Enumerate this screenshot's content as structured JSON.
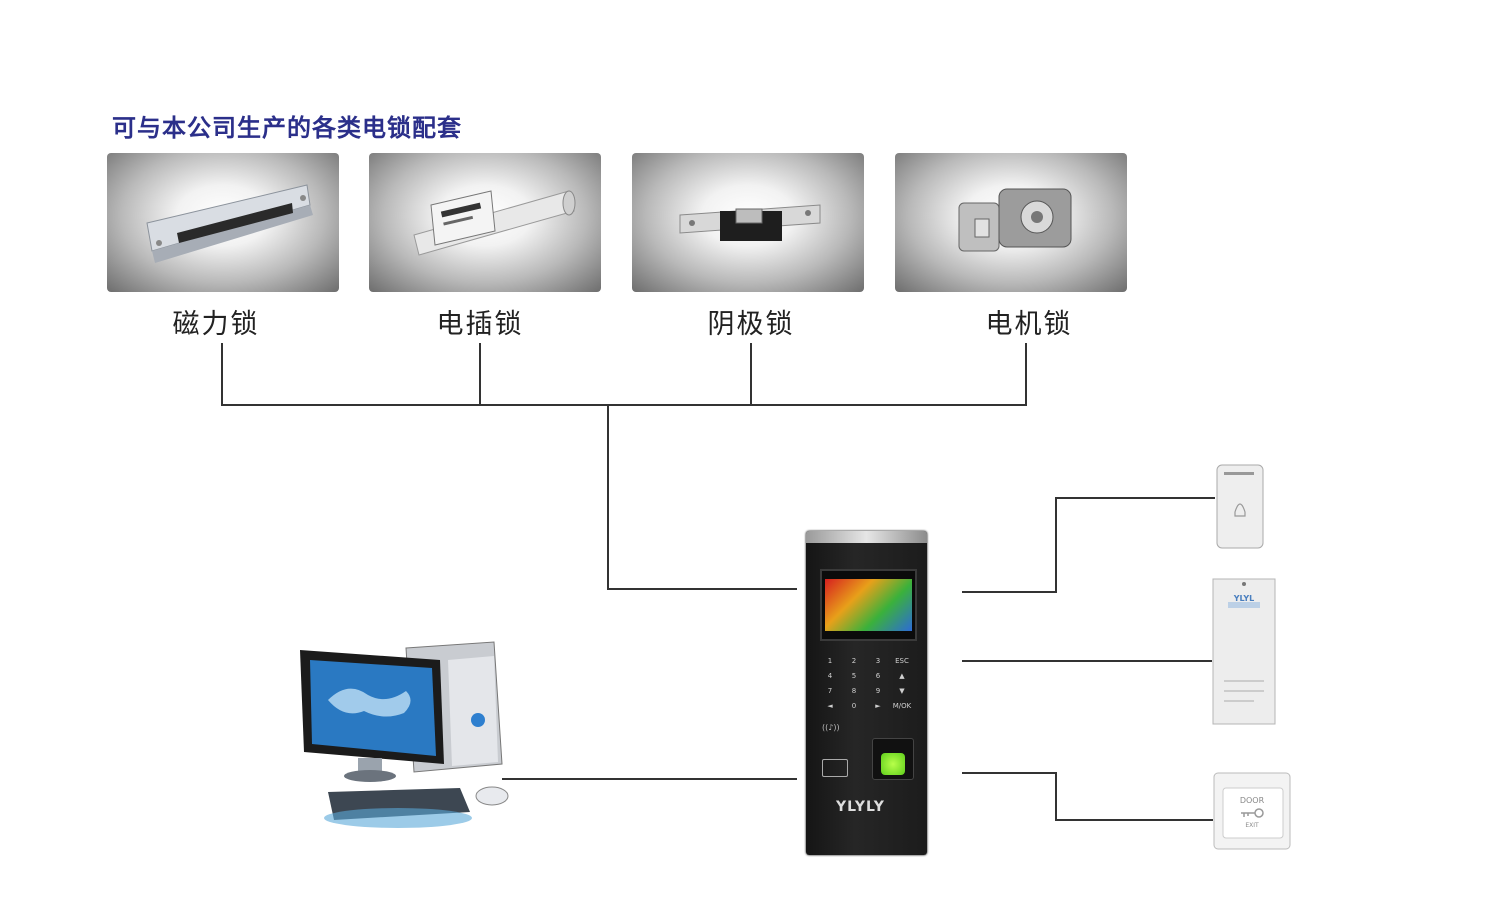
{
  "title": "可与本公司生产的各类电锁配套",
  "locks": [
    {
      "label": "磁力锁",
      "icon": "magnetic-lock-icon"
    },
    {
      "label": "电插锁",
      "icon": "bolt-lock-icon"
    },
    {
      "label": "阴极锁",
      "icon": "strike-lock-icon"
    },
    {
      "label": "电机锁",
      "icon": "motor-lock-icon"
    }
  ],
  "controller": {
    "brand": "YLYLY",
    "keys": [
      "1",
      "2",
      "3",
      "ESC",
      "4",
      "5",
      "6",
      "▲",
      "7",
      "8",
      "9",
      "▼",
      "◄",
      "0",
      "►",
      "M/OK"
    ],
    "rf_mark": "((♪))"
  },
  "devices": {
    "doorbell_icon": "doorbell-icon",
    "power_supply_brand": "YLYL",
    "exit_button_top": "DOOR",
    "exit_button_bottom": "EXIT"
  },
  "colors": {
    "title": "#2b2f8a",
    "wire": "#333333",
    "fingerprint": "#7fe82a"
  }
}
